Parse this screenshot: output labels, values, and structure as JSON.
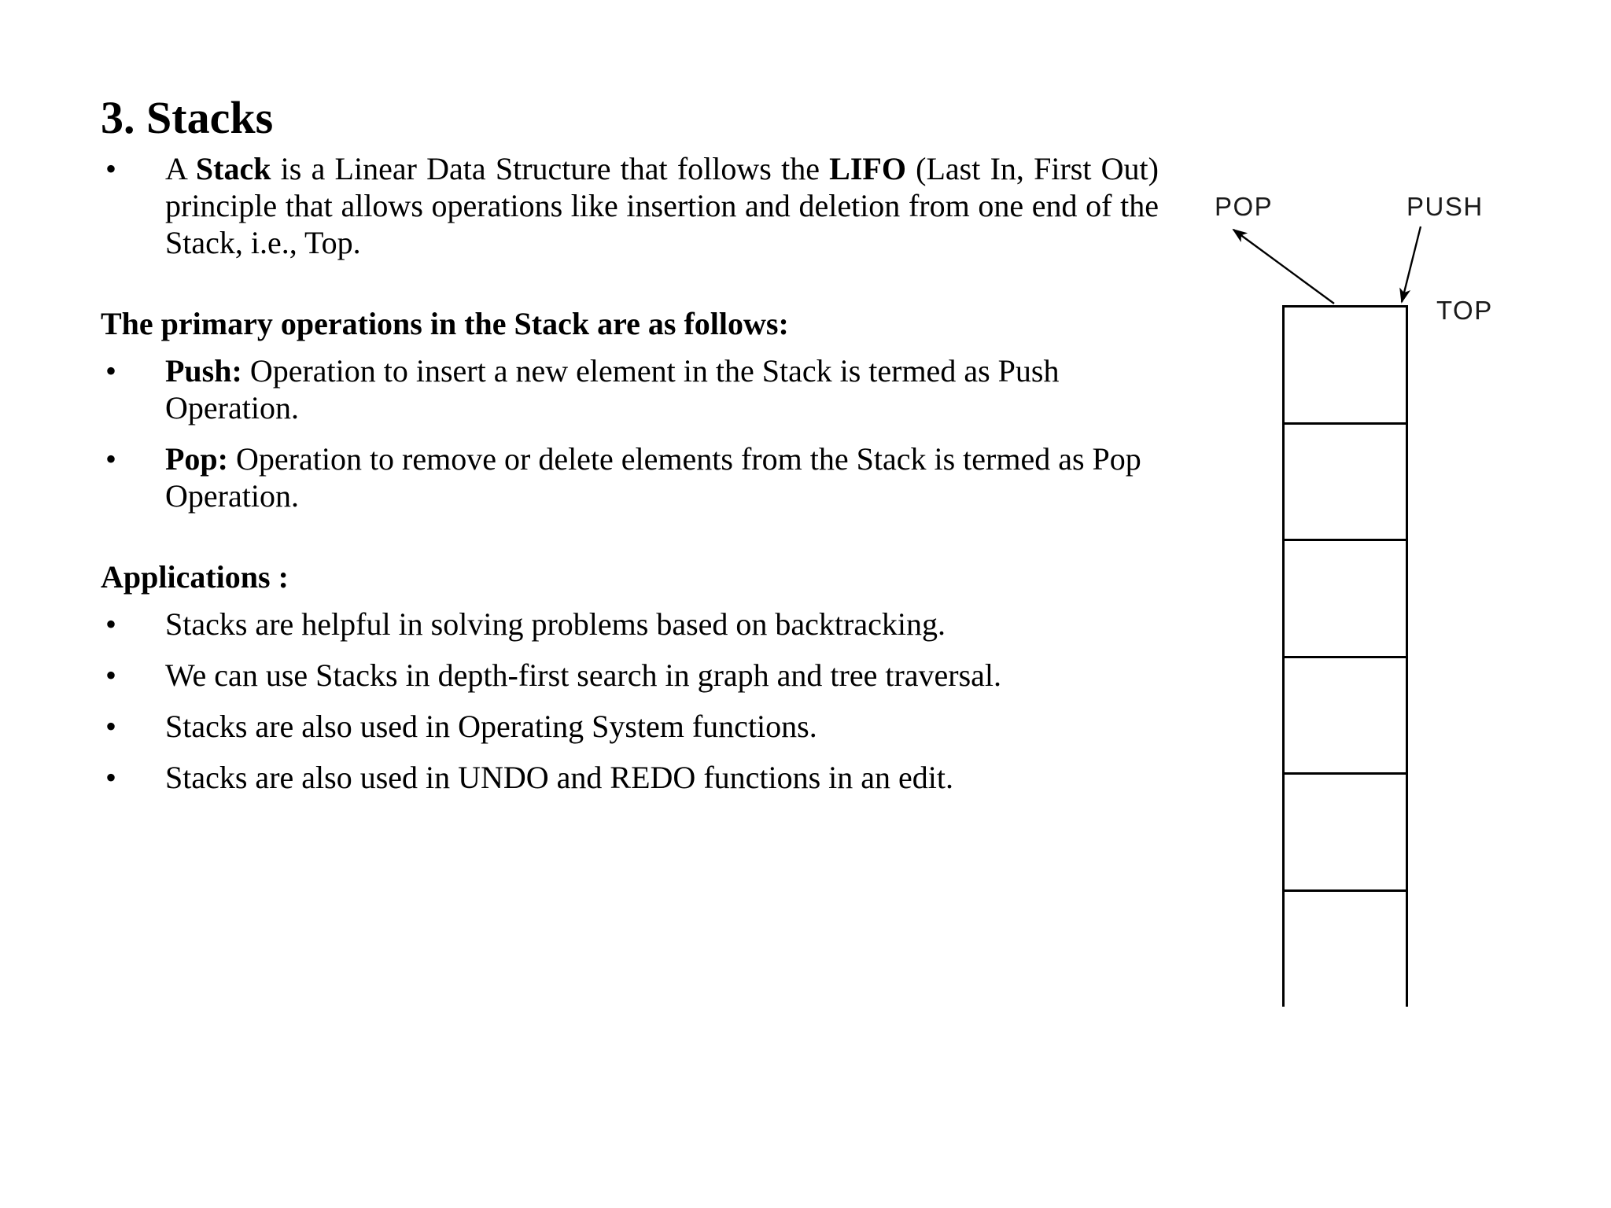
{
  "slide": {
    "title": "3. Stacks",
    "background_color": "#ffffff",
    "text_color": "#000000"
  },
  "content": {
    "intro_bullet": {
      "bullet_glyph": "•",
      "segments": [
        {
          "text": "A ",
          "bold": false
        },
        {
          "text": "Stack",
          "bold": true
        },
        {
          "text": " is a Linear Data Structure that follows the ",
          "bold": false
        },
        {
          "text": "LIFO",
          "bold": true
        },
        {
          "text": " (Last In, First Out) principle that allows operations like insertion and deletion from one end of the Stack, i.e., Top.",
          "bold": false
        }
      ],
      "plain": "A Stack is a Linear Data Structure that follows the LIFO (Last In, First Out) principle that allows operations like insertion and deletion from one end of the Stack, i.e., Top."
    },
    "operations_heading": "The primary operations in the Stack are as follows:",
    "operations": [
      {
        "bullet_glyph": "•",
        "term": "Push:",
        "description": " Operation to insert a new element in the Stack is termed as Push Operation."
      },
      {
        "bullet_glyph": "•",
        "term": "Pop:",
        "description": " Operation to remove or delete elements from the Stack is termed as Pop Operation."
      }
    ],
    "applications_heading": "Applications :",
    "applications": [
      {
        "bullet_glyph": "•",
        "text": "Stacks are helpful in solving problems based on backtracking.",
        "justified": false
      },
      {
        "bullet_glyph": "•",
        "text": "We can use Stacks in depth-first search in graph and tree traversal.",
        "justified": true
      },
      {
        "bullet_glyph": "•",
        "text": "Stacks are also used in Operating System functions.",
        "justified": false
      },
      {
        "bullet_glyph": "•",
        "text": "Stacks are also used in UNDO and REDO functions in an edit.",
        "justified": false
      }
    ]
  },
  "diagram": {
    "name": "stack-diagram",
    "labels": {
      "pop": "POP",
      "push": "PUSH",
      "top": "TOP"
    },
    "stack": {
      "cell_count": 6,
      "cells": [
        "",
        "",
        "",
        "",
        "",
        ""
      ],
      "border_color": "#000000",
      "fill_color": "#ffffff"
    },
    "arrows": [
      {
        "name": "pop-arrow",
        "from": "stack-top-left",
        "to": "pop-label",
        "direction": "up-left"
      },
      {
        "name": "push-arrow",
        "from": "push-label",
        "to": "stack-top-right",
        "direction": "down-left"
      }
    ]
  }
}
